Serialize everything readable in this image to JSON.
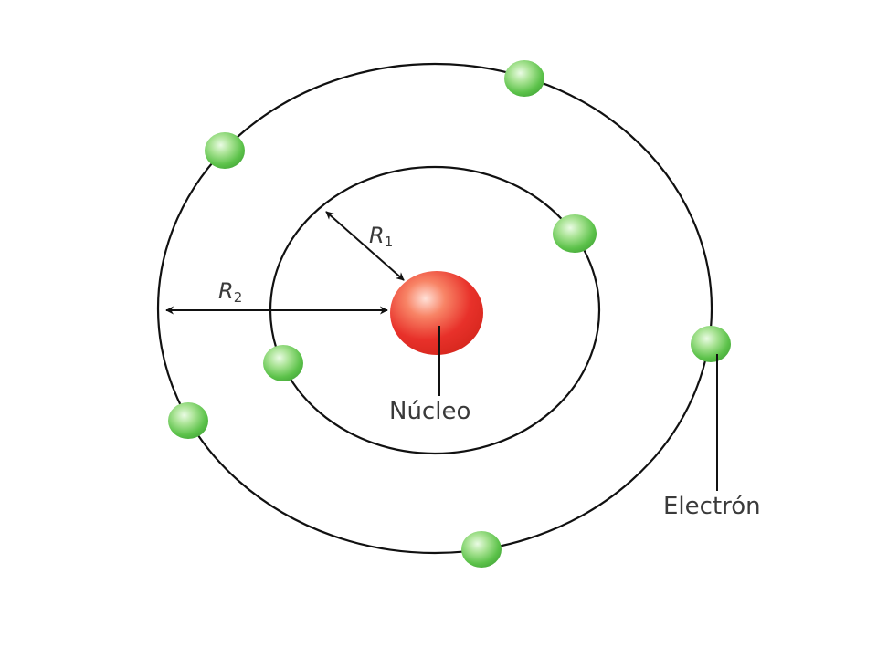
{
  "labels": {
    "r1": {
      "letter": "R",
      "index": "1"
    },
    "r2": {
      "letter": "R",
      "index": "2"
    },
    "nucleus": "Núcleo",
    "electron": "Electrón"
  },
  "colors": {
    "orbit": "#111111",
    "nucleus": "#e8312a",
    "nucleus_highlight": "#ffd9cf",
    "electron": "#5cc24a",
    "electron_highlight": "#e6fbe0",
    "text": "#3a3a3a"
  },
  "counts": {
    "inner_orbit_electrons": 2,
    "outer_orbit_electrons": 5
  }
}
